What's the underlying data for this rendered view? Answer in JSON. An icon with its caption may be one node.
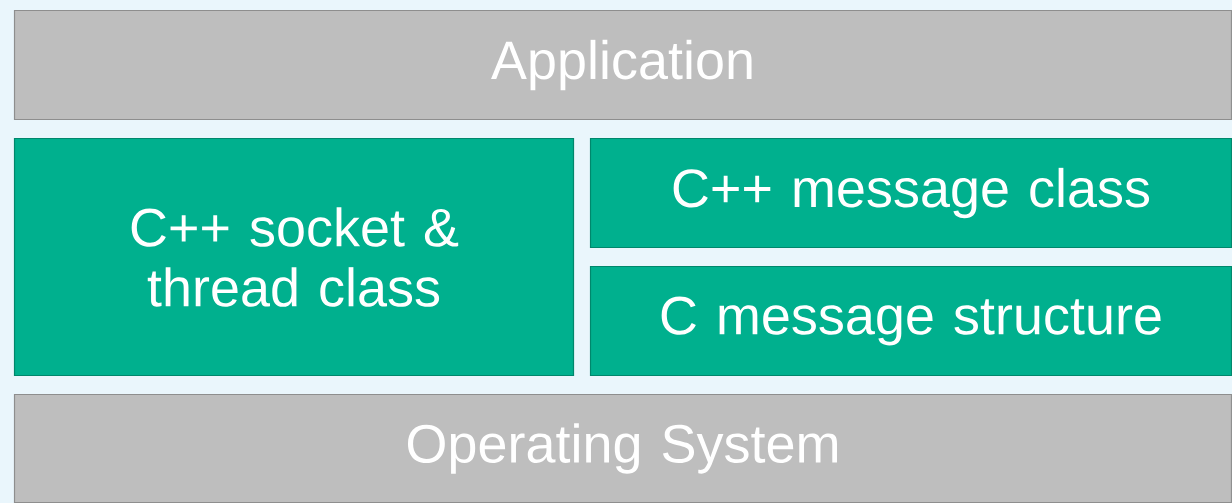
{
  "diagram": {
    "nodes": [
      {
        "text": [
          "Application"
        ]
      },
      {
        "text": [
          "C++ socket & thread class"
        ]
      },
      {
        "text": [
          "C++ message class"
        ]
      },
      {
        "text": [
          "C message structure"
        ]
      },
      {
        "text": [
          "Operating System"
        ]
      }
    ]
  }
}
